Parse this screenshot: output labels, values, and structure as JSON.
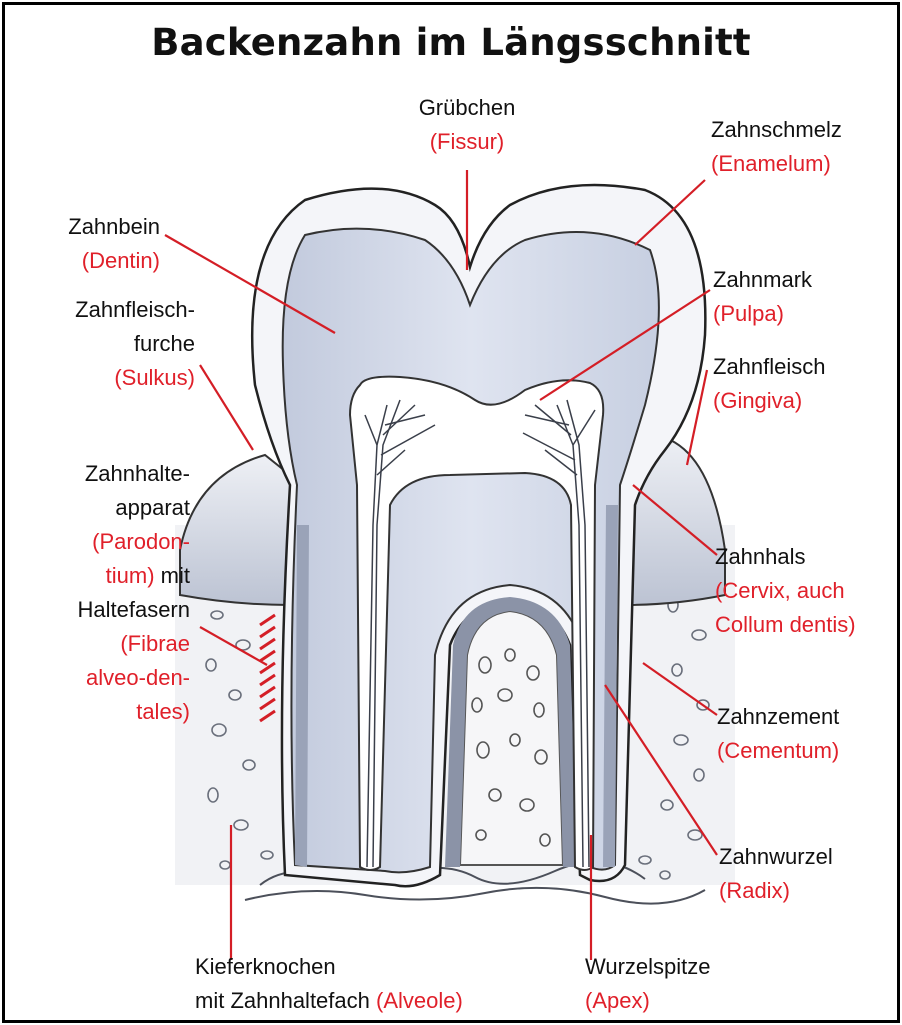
{
  "title": "Backenzahn im Längsschnitt",
  "colors": {
    "label": "#111111",
    "latin": "#e0202a",
    "leader": "#d41e26",
    "tooth": "#d3dae9",
    "enamel": "#f4f5f9"
  },
  "labels": {
    "fissur": {
      "de": "Grübchen",
      "la": "(Fissur)"
    },
    "enamel": {
      "de": "Zahnschmelz",
      "la": "(Enamelum)"
    },
    "dentin": {
      "de": "Zahnbein",
      "la": "(Dentin)"
    },
    "pulpa": {
      "de": "Zahnmark",
      "la": "(Pulpa)"
    },
    "sulkus": {
      "de1": "Zahnfleisch-",
      "de2": "furche",
      "la": "(Sulkus)"
    },
    "gingiva": {
      "de": "Zahnfleisch",
      "la": "(Gingiva)"
    },
    "parodont": {
      "l1": "Zahnhalte-",
      "l2": "apparat",
      "l3": "(Parodon-",
      "l4a": "tium)",
      "l4b": " mit",
      "l5": "Haltefasern",
      "l6": "(Fibrae",
      "l7": "alveo-den-",
      "l8": "tales)"
    },
    "cervix": {
      "de": "Zahnhals",
      "la1": "(Cervix, auch",
      "la2": "Collum dentis)"
    },
    "cementum": {
      "de": "Zahnzement",
      "la": "(Cementum)"
    },
    "radix": {
      "de": "Zahnwurzel",
      "la": "(Radix)"
    },
    "alveole": {
      "de1": "Kieferknochen",
      "de2": "mit Zahnhaltefach",
      "la": "(Alveole)"
    },
    "apex": {
      "de": "Wurzelspitze",
      "la": "(Apex)"
    }
  }
}
